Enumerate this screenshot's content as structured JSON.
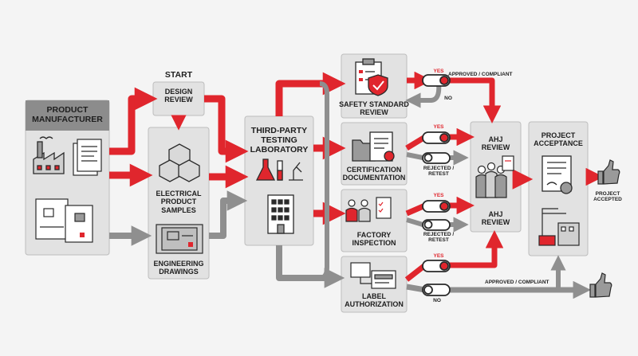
{
  "labels": {
    "start": "START",
    "manufacturer": "PRODUCT\nMANUFACTURER",
    "design_review": "DESIGN\nREVIEW",
    "samples": "ELECTRICAL\nPRODUCT\nSAMPLES",
    "drawings": "ENGINEERING\nDRAWINGS",
    "lab": "THIRD-PARTY\nTESTING\nLABORATORY",
    "safety_review": "SAFETY STANDARD\nREVIEW",
    "certification": "CERTIFICATION\nDOCUMENTATION",
    "factory_inspection": "FACTORY\nINSPECTION",
    "label_authorization": "LABEL\nAUTHORIZATION",
    "ahj_review_top": "AHJ\nREVIEW",
    "ahj_review_bottom": "AHJ\nREVIEW",
    "project_acceptance": "PROJECT\nACCEPTANCE",
    "project_accepted": "PROJECT\nACCEPTED",
    "approved_compliant_top": "APPROVED / COMPLIANT",
    "approved_compliant_bottom": "APPROVED / COMPLIANT",
    "yes_1": "YES",
    "no_1": "NO",
    "yes_2": "YES",
    "rejected_1": "REJECTED /\nRETEST",
    "yes_3": "YES",
    "rejected_2": "REJECTED /\nRETEST",
    "yes_4": "YES",
    "no_2": "NO"
  },
  "colors": {
    "red": "#e0262d",
    "gray": "#8f8f8f",
    "panel": "#e2e2e2",
    "header": "#8c8c8c",
    "dark": "#2a2a2a"
  }
}
